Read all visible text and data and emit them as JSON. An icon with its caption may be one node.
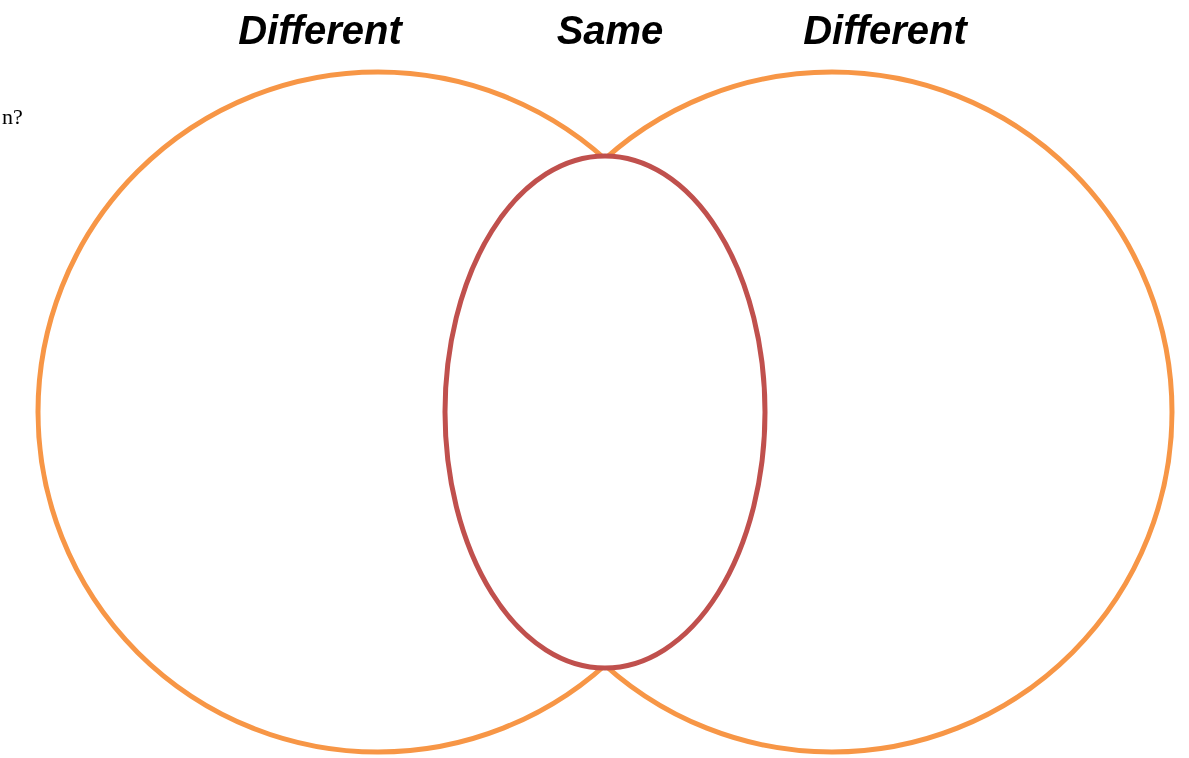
{
  "diagram": {
    "nodes": [
      {
        "text": [
          "Different"
        ]
      },
      {
        "text": [
          "Same"
        ]
      },
      {
        "text": [
          "Different"
        ]
      }
    ],
    "labels": [
      "n?"
    ]
  }
}
